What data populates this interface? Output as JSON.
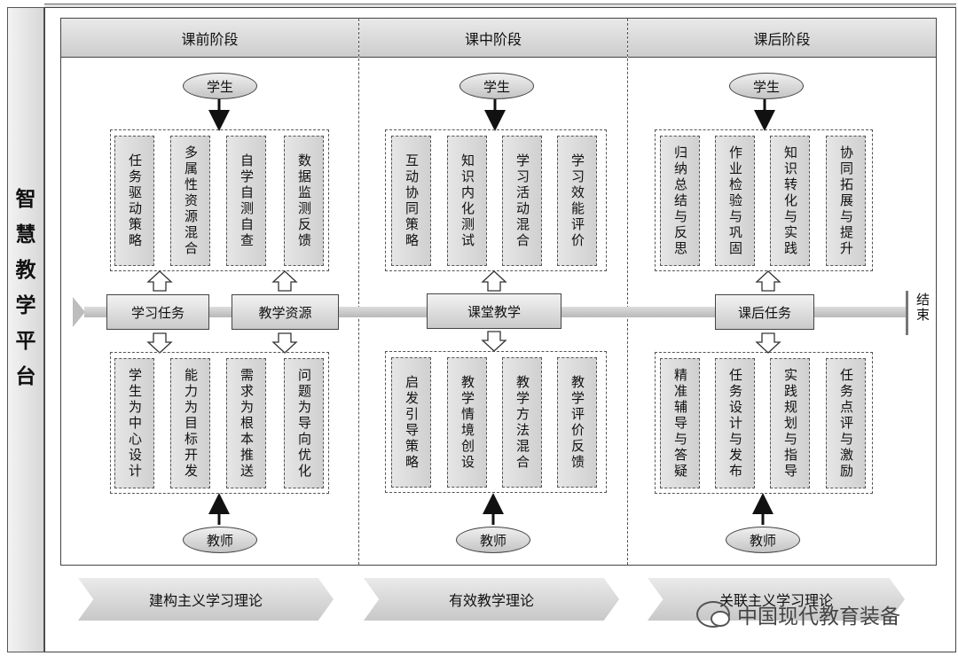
{
  "platform_title": "智慧教学平台",
  "headers": [
    "课前阶段",
    "课中阶段",
    "课后阶段"
  ],
  "student_label": "学生",
  "teacher_label": "教师",
  "end_label": "结束",
  "pre_class": {
    "top_cells": [
      "任务驱动策略",
      "多属性资源混合",
      "自学自测自查",
      "数据监测反馈"
    ],
    "bottom_cells": [
      "学生为中心设计",
      "能力为目标开发",
      "需求为根本推送",
      "问题为导向优化"
    ],
    "node_task": "学习任务",
    "node_resource": "教学资源"
  },
  "in_class": {
    "top_cells": [
      "互动协同策略",
      "知识内化测试",
      "学习活动混合",
      "学习效能评价"
    ],
    "bottom_cells": [
      "启发引导策略",
      "教学情境创设",
      "教学方法混合",
      "教学评价反馈"
    ],
    "node": "课堂教学"
  },
  "post_class": {
    "top_cells": [
      "归纳总结与反思",
      "作业检验与巩固",
      "知识转化与实践",
      "协同拓展与提升"
    ],
    "bottom_cells": [
      "精准辅导与答疑",
      "任务设计与发布",
      "实践规划与指导",
      "任务点评与激励"
    ],
    "node": "课后任务"
  },
  "theories": [
    "建构主义学习理论",
    "有效教学理论",
    "关联主义学习理论"
  ],
  "watermark": "中国现代教育装备",
  "watermark_icon": "wechat-icon"
}
